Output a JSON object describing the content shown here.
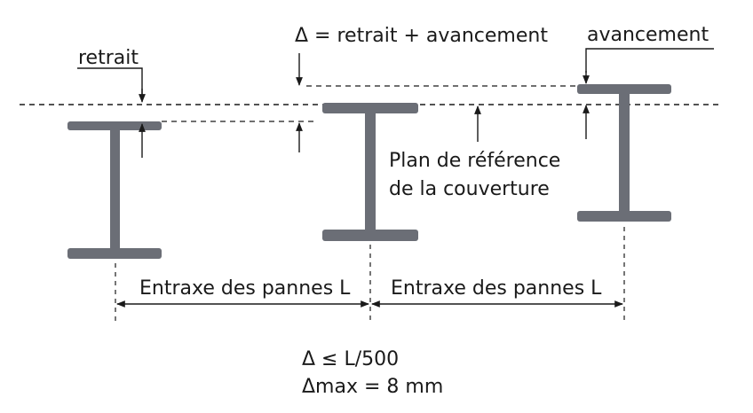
{
  "labels": {
    "retrait": "retrait",
    "delta_def": "Δ = retrait + avancement",
    "avancement": "avancement",
    "ref_plane_line1": "Plan de référence",
    "ref_plane_line2": "de la couverture",
    "entraxe_left": "Entraxe des pannes L",
    "entraxe_right": "Entraxe des pannes L",
    "rule_line1": "Δ ≤ L/500",
    "rule_line2": "Δmax = 8 mm"
  },
  "colors": {
    "beam": "#6b6e76",
    "line": "#1a1a1a"
  }
}
